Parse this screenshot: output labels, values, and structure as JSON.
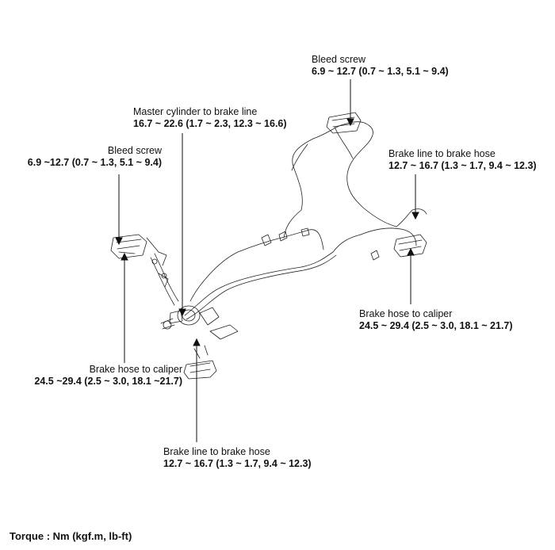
{
  "callouts": {
    "bleed_screw_right": {
      "name": "Bleed screw",
      "spec": "6.9 ~ 12.7 (0.7 ~ 1.3, 5.1 ~ 9.4)"
    },
    "master_cylinder": {
      "name": "Master cylinder to brake line",
      "spec": "16.7 ~ 22.6 (1.7 ~ 2.3, 12.3 ~ 16.6)"
    },
    "bleed_screw_left": {
      "name": "Bleed screw",
      "spec": "6.9 ~12.7 (0.7 ~ 1.3, 5.1 ~ 9.4)"
    },
    "brake_line_hose_right": {
      "name": "Brake line to brake hose",
      "spec": "12.7 ~ 16.7 (1.3 ~ 1.7, 9.4 ~ 12.3)"
    },
    "hose_caliper_right": {
      "name": "Brake hose to caliper",
      "spec": "24.5 ~ 29.4 (2.5 ~ 3.0, 18.1 ~ 21.7)"
    },
    "hose_caliper_left": {
      "name": "Brake hose to caliper",
      "spec": "24.5 ~29.4 (2.5 ~ 3.0, 18.1 ~21.7)"
    },
    "brake_line_hose_bottom": {
      "name": "Brake line to brake hose",
      "spec": "12.7 ~ 16.7 (1.3 ~ 1.7, 9.4 ~ 12.3)"
    }
  },
  "footer": {
    "torque_unit": "Torque : Nm (kgf.m, lb-ft)"
  }
}
